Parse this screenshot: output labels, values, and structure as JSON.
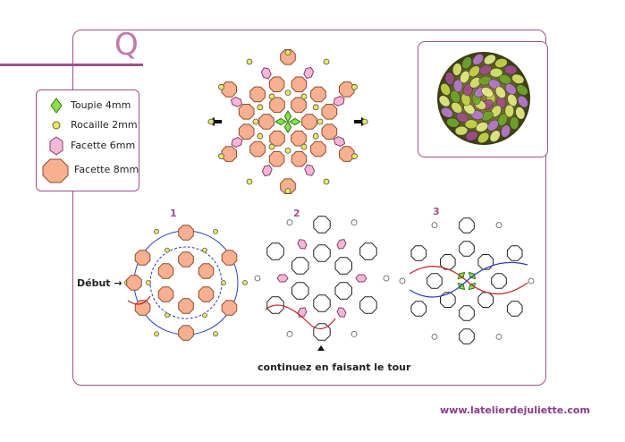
{
  "pattern_letter": "Q",
  "legend": {
    "items": [
      {
        "label": "Toupie 4mm",
        "icon": "green-bicone-icon",
        "color": "#8be04a"
      },
      {
        "label": "Rocaille 2mm",
        "icon": "yellow-seed-bead-icon",
        "color": "#e8e860"
      },
      {
        "label": "Facette 6mm",
        "icon": "pink-facet-icon",
        "color": "#f4b8d6"
      },
      {
        "label": "Facette 8mm",
        "icon": "orange-facet-icon",
        "color": "#f8b090"
      }
    ]
  },
  "steps": [
    {
      "number": "1"
    },
    {
      "number": "2"
    },
    {
      "number": "3"
    }
  ],
  "annotations": {
    "start": "Début",
    "continue": "continuez en faisant le tour"
  },
  "website": "www.latelierdejuliette.com",
  "colors": {
    "frame": "#a0508c",
    "facet8": "#f8b090",
    "facet6": "#f4b8d6",
    "seed": "#e8e860",
    "bicone": "#8be04a",
    "thread_blue": "#2a3fbf",
    "thread_red": "#c0282c"
  }
}
